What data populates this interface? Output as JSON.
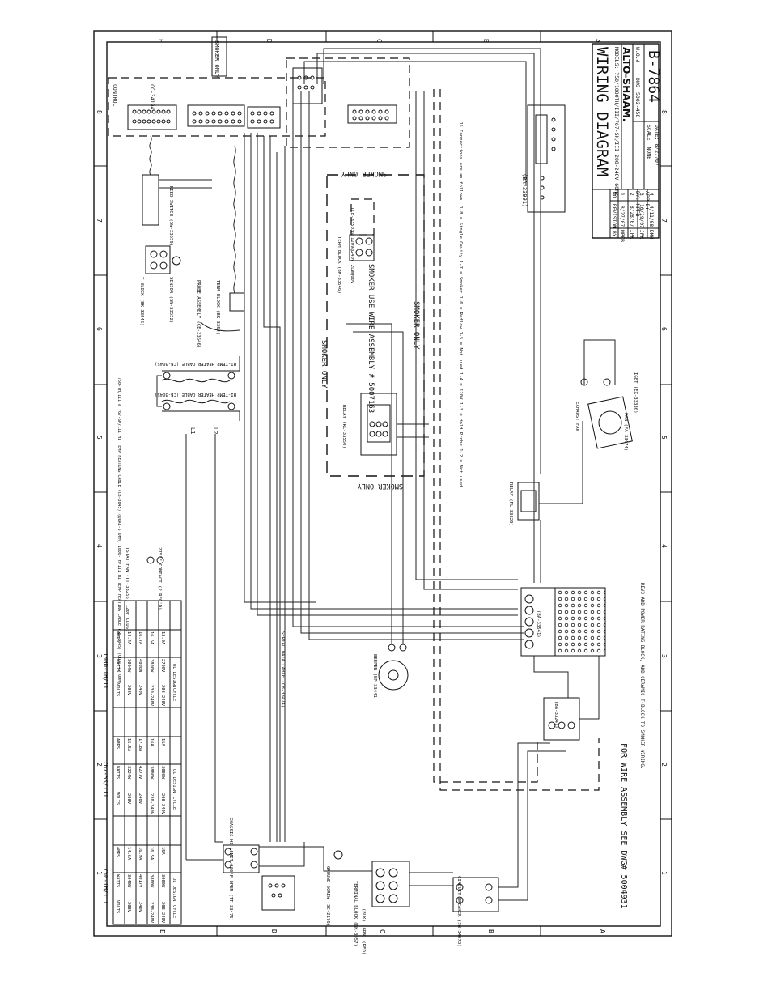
{
  "title_block": {
    "title": "WIRING DIAGRAM",
    "models": "MODELS: 750/1000TH/III/767-SK/III 208-240V 60HZ",
    "brand": "ALTO-SHAAM.",
    "w_o": "W.O.#",
    "dwg_label": "DWG",
    "dwg_number": "5002-450",
    "by": "BY: MPFB",
    "appd": "APP'D:",
    "scale": "SCALE: NONE",
    "date": "DATE: 8/27/07",
    "sheet_no": "B-7864"
  },
  "revisions": {
    "headers": [
      "NO.",
      "REVISION",
      "BY"
    ],
    "rows": [
      [
        "1",
        "8/27/07",
        "MPFB"
      ],
      [
        "2",
        "8/28/07",
        "JPK"
      ],
      [
        "3",
        "10/29/07",
        "JPK"
      ],
      [
        "4",
        "4/11/08",
        "DMH"
      ]
    ]
  },
  "frame": {
    "col_letters": [
      "E",
      "D",
      "C",
      "B",
      "A"
    ],
    "row_numbers": [
      "8",
      "7",
      "6",
      "5",
      "4",
      "3",
      "2",
      "1"
    ]
  },
  "components": {
    "control_label": "CONTROL",
    "control_part": "CC-34194",
    "smoker_only_box": "SMOKER ONLY",
    "reed_switch": "REED SWITCH (SW-33559)",
    "t_block": "T-BLOCK (BK-33546)",
    "sensor_probe": "SENSOR (SN-33552)",
    "probe_assembly": "PROBE ASSEMBLY (CE-33646)",
    "term_block_1": "TERM BLOCK (BK-3354)",
    "term_block_2": "TERM BLOCK (BK-33546)",
    "smoker_wire_assy": "SMOKER USE WIRE ASSEMBLY # 5007163",
    "relay_smoker": "RELAY (RL-33550)",
    "smoker_only": "SMOKER ONLY",
    "heater_cable_1": "HI-TEMP HEATER CABLE (CB-3045)",
    "heater_cable_2": "HI-TEMP HEATER CABLE (CB-3045)",
    "heater_cable_note": "750-TH/III & 767-SK/III HI TEMP HEATING CABLE (CB-3045) (QUAL-5 OHM) 1000-TH/III HI TEMP HEATING CABLE (CB-3045) (QUAL-42 OHM)",
    "relay_main": "RELAY (RL-33829)",
    "fan": "FAN (FA-33474)",
    "fan_note": "EXHAUST FAN",
    "igbt": "IGBT (EX-33336)",
    "tstat_fan": "TSTAT FAN (TT-33255) 120F CLOSE",
    "tstat_note": "275°F CONTACT (2 REQ'D)",
    "power_board": "(BA-33541)",
    "serial_cable": "SERIAL DATA CABLE (CB-33474)",
    "beeper": "BEEPER (BP-33441)",
    "filter_board": "(BA-33241)",
    "chassis": "CHASSIS HI-LIMIT 300°F OPEN (TT-33476)",
    "ground_screw": "GROUND SCREW (SC-2176)",
    "terminal_block": "TERMINAL BLOCK (BK-3057)",
    "wire_colors": "(BLK) (GRN) (RED)",
    "circuit_breaker": "CIRCUIT BREAKER (SW-34073)",
    "ba_part": "(BA-33991)",
    "j5_note": "J5 Connections are as follows: 1-8 = Single Cavity 1-7 = Smoker 1-6 = Reflow 1-5 = Not used 1-4 = 120V 1-3 = Hold Probe 1-2 = Not used",
    "rev_note": "REV3 ADD POWER RATING BLOCK, ADD CERAMIC T-BLOCK TO SMOKER WIRING.",
    "assembly_note": "FOR WIRE ASSEMBLY SEE DWG# 5004931",
    "l1": "L1",
    "l2": "L2",
    "smoker_only_tag": "SMOKER ONLY"
  },
  "power_tables": [
    {
      "model": "1000-TH/III",
      "headers": [
        "CYCLE",
        "UL DESIGN",
        "VOLTS",
        "WATTS",
        "AMPS"
      ],
      "rows": [
        [
          "208V",
          "3004W",
          "14.4A"
        ],
        [
          "240V",
          "4000W",
          "16.7A"
        ],
        [
          "230-240V",
          "3800W",
          "16.5A"
        ],
        [
          "208-240V",
          "2700V",
          "13.0A"
        ]
      ]
    },
    {
      "model": "767-SK/III",
      "headers": [
        "CYCLE",
        "UL DESIGN",
        "VOLTS",
        "WATTS",
        "AMPS"
      ],
      "rows": [
        [
          "208V",
          "3224W",
          "15.5A"
        ],
        [
          "240V",
          "4277V",
          "17.8A"
        ],
        [
          "230-240V",
          "3800W",
          "16A"
        ],
        [
          "208-240V",
          "3000W",
          "15A"
        ]
      ]
    },
    {
      "model": "750-TH/III",
      "headers": [
        "CYCLE",
        "UL DESIGN",
        "VOLTS",
        "WATTS",
        "AMPS"
      ],
      "rows": [
        [
          "208V",
          "3040W",
          "14.6A"
        ],
        [
          "240V",
          "4017V",
          "16.9A"
        ],
        [
          "230-240V",
          "3800W",
          "16.5A"
        ],
        [
          "208-240V",
          "3000W",
          "15A"
        ]
      ]
    }
  ]
}
